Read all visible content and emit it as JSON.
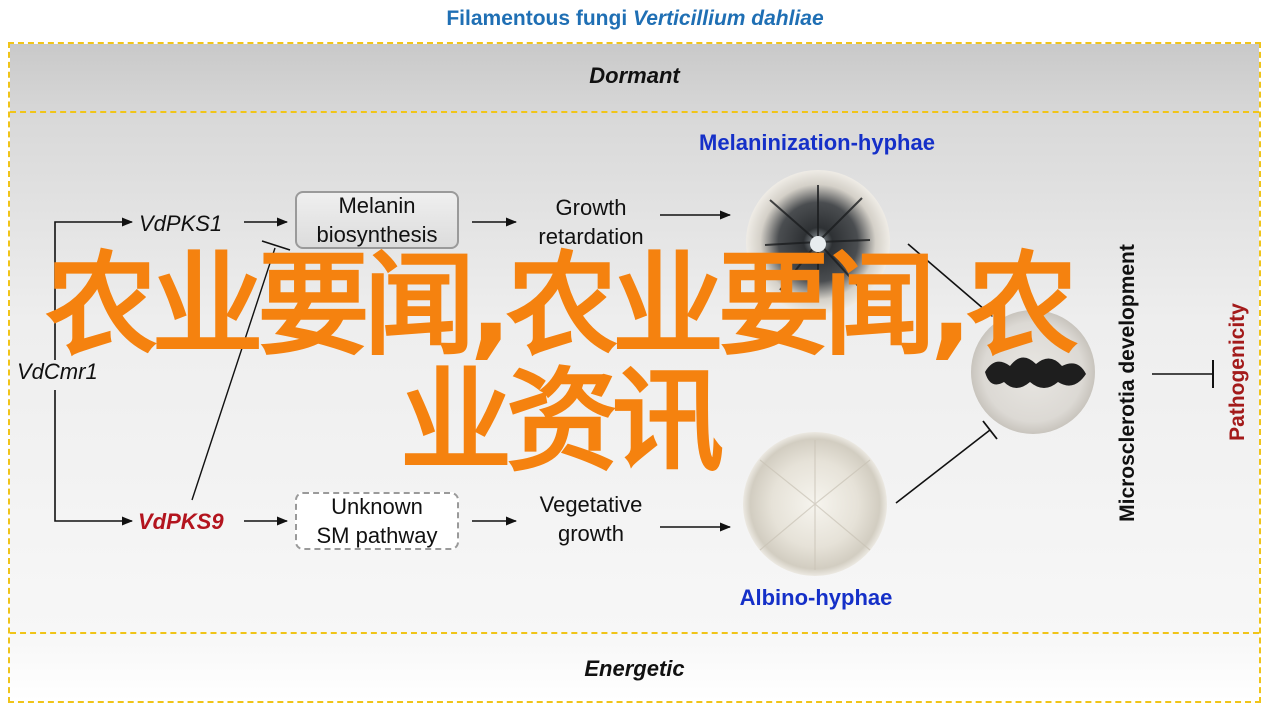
{
  "title": {
    "prefix": "Filamentous fungi ",
    "species": "Verticillium dahliae"
  },
  "stages": {
    "top": "Dormant",
    "bottom": "Energetic"
  },
  "genes": {
    "regulator": "VdCmr1",
    "pks1": "VdPKS1",
    "pks9": "VdPKS9"
  },
  "boxes": {
    "melanin": [
      "Melanin",
      "biosynthesis"
    ],
    "unknown": [
      "Unknown",
      "SM pathway"
    ]
  },
  "outcomes": {
    "growth": [
      "Growth",
      "retardation"
    ],
    "vegetative": [
      "Vegetative",
      "growth"
    ]
  },
  "phenotypes": {
    "melanized": "Melaninization-hyphae",
    "albino": "Albino-hyphae"
  },
  "side_labels": {
    "microsclerotia": "Microsclerotia development",
    "pathogenicity": "Pathogenicity"
  },
  "watermark": [
    "农业要闻,农业要闻,农",
    "业资讯"
  ],
  "colors": {
    "title": "#1f6fb4",
    "phenotype_labels": "#1530c8",
    "vdpks9": "#b3141e",
    "pathogenicity": "#a31a1a",
    "watermark": "#f5820f",
    "frame_border": "#f0c419"
  }
}
